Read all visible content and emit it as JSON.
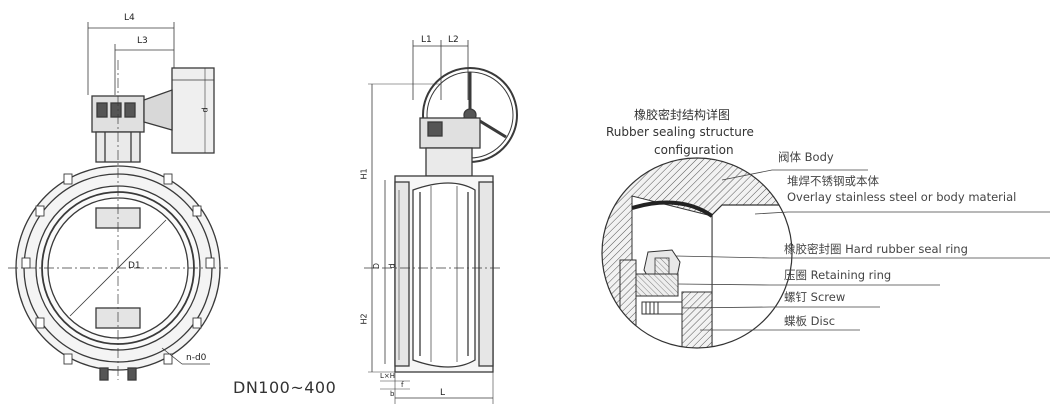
{
  "front_view": {
    "dim_L4": "L4",
    "dim_L3": "L3",
    "dim_d": "d",
    "dim_D1": "D1",
    "dim_n_d0": "n-d0"
  },
  "side_view": {
    "dim_L1": "L1",
    "dim_L2": "L2",
    "dim_H1": "H1",
    "dim_H2": "H2",
    "dim_D": "D",
    "dim_d": "d",
    "dim_f": "f",
    "dim_b": "b",
    "dim_L": "L",
    "dim_lxH": "L×H"
  },
  "size_range": "DN100~400",
  "detail": {
    "title_cn": "橡胶密封结构详图",
    "title_en_1": "Rubber sealing structure",
    "title_en_2": "configuration",
    "callouts": [
      {
        "cn": "阀体",
        "en": "Body"
      },
      {
        "cn": "堆焊不锈钢或本体",
        "en": "Overlay stainless steel or body material"
      },
      {
        "cn": "橡胶密封圈",
        "en": "Hard rubber seal ring"
      },
      {
        "cn": "压圈",
        "en": "Retaining ring"
      },
      {
        "cn": "螺钉",
        "en": "Screw"
      },
      {
        "cn": "蝶板",
        "en": "Disc"
      }
    ]
  },
  "colors": {
    "line": "#3a3a3a",
    "fill_light": "#d9d9d9",
    "fill_dark": "#555555",
    "rubber": "#2a2a2a"
  }
}
